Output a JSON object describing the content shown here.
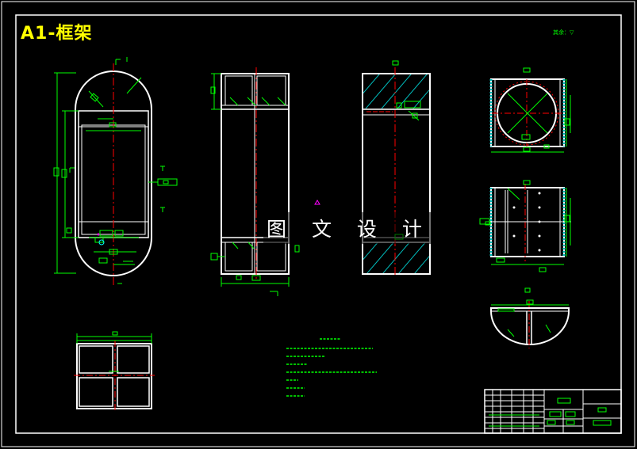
{
  "drawing": {
    "title": "A1-框架",
    "watermark": "图 文 设 计",
    "roughness_note": "其余：▽",
    "colors": {
      "background": "#000000",
      "outline": "#ffffff",
      "dimension": "#00ff00",
      "centerline": "#ff0000",
      "hatch": "#00bfbf",
      "title": "#ffff00",
      "marker": "#ff00ff"
    }
  }
}
